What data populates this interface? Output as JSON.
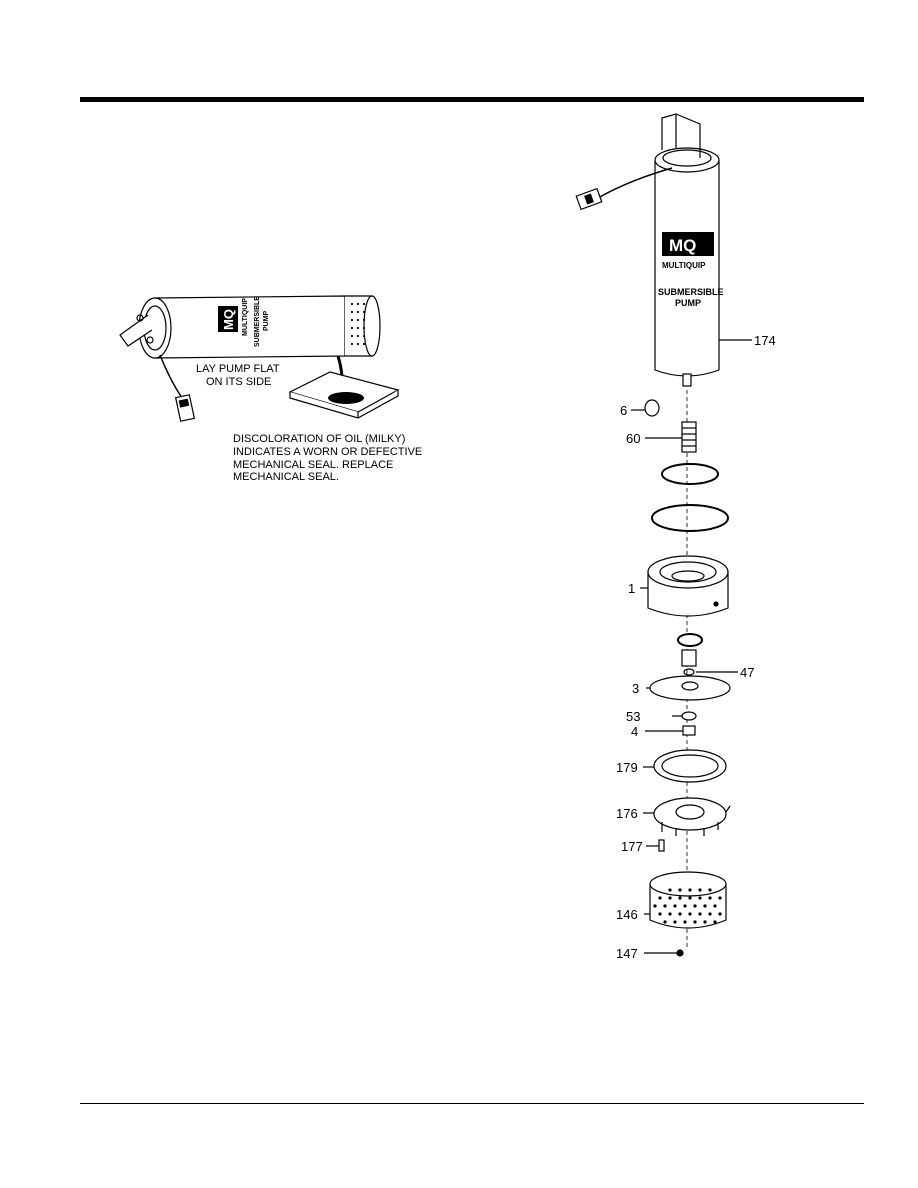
{
  "brand": {
    "logo_text": "MQ",
    "name": "MULTIQUIP",
    "product_label": [
      "SUBMERSIBLE",
      "PUMP"
    ]
  },
  "oil_check": {
    "note_lay_flat": [
      "LAY PUMP FLAT",
      "ON ITS SIDE"
    ],
    "note_discoloration": [
      "DISCOLORATION OF OIL (MILKY)",
      "INDICATES A WORN OR DEFECTIVE",
      "MECHANICAL SEAL. REPLACE",
      "MECHANICAL SEAL."
    ]
  },
  "parts": {
    "p174": "174",
    "p6": "6",
    "p60": "60",
    "p1": "1",
    "p47": "47",
    "p3": "3",
    "p53": "53",
    "p4": "4",
    "p179": "179",
    "p176": "176",
    "p177": "177",
    "p146": "146",
    "p147": "147"
  }
}
